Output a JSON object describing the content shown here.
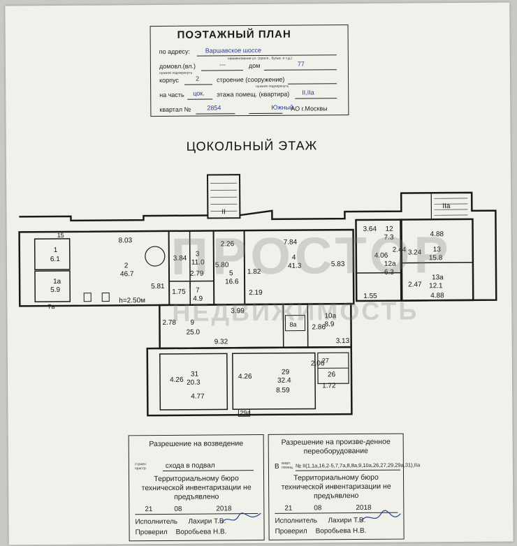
{
  "header": {
    "title": "ПОЭТАЖНЫЙ ПЛАН",
    "address_label": "по адресу:",
    "address_value": "Варшавское шоссе",
    "address_hint": "наименование ул. (просп., бульв. и т.д.)",
    "house_label": "домовл.(вл.)",
    "house_value": "---",
    "dom_label": "дом",
    "dom_value": "77",
    "hint_needed": "нужное подчеркнуть",
    "korpus_label": "корпус",
    "korpus_value": "2",
    "stroenie_label": "строение (сооружение)",
    "part_label": "на часть",
    "part_value": "цок.",
    "floor_label": "этажа помещ. (квартира)",
    "floor_value": "II,IIа",
    "kvartal_label": "квартал №",
    "kvartal_value": "2854",
    "district_value": "Южный",
    "district_suffix": "АО г.Москвы"
  },
  "floor_title": "ЦОКОЛЬНЫЙ ЭТАЖ",
  "watermark": {
    "line1": "ПРОСТОР",
    "line2": "НЕДВИЖИМОСТЬ"
  },
  "plan_labels": {
    "r15": "15",
    "r1": "1",
    "r1_area": "6.1",
    "r1a": "1а",
    "r1a_area": "5.9",
    "r7a": "7а",
    "d803": "8.03",
    "r2": "2",
    "r2_area": "46.7",
    "d581": "5.81",
    "height": "h=2.50м",
    "d384": "3.84",
    "r3": "3",
    "r3_area": "11.0",
    "d279": "2.79",
    "d175": "1.75",
    "r7": "7",
    "r7_area": "4.9",
    "d226": "2.26",
    "d580": "5.80",
    "r5": "5",
    "r5_area": "16.6",
    "d182": "1.82",
    "d784": "7.84",
    "r4": "4",
    "r4_area": "41.3",
    "d583": "5.83",
    "d219": "2.19",
    "d399": "3.99",
    "d364": "3.64",
    "r12": "12",
    "r12_area": "7.3",
    "d406": "4.06",
    "d244": "2.44",
    "r12a": "12а",
    "r12a_area": "6.3",
    "d155": "1.55",
    "r11a": "IIа",
    "d488a": "4.88",
    "d324": "3.24",
    "r13": "13",
    "r13_area": "15.8",
    "d247": "2.47",
    "r13a": "13а",
    "r13a_area": "12.1",
    "d488b": "4.88",
    "r2roman": "II",
    "d278": "2.78",
    "r9": "9",
    "r9_area": "25.0",
    "d932": "9.32",
    "r8a": "8а",
    "d286": "2.86",
    "r10a": "10а",
    "r10a_area": "8.9",
    "d313": "3.13",
    "d426a": "4.26",
    "r31": "31",
    "r31_area": "20.3",
    "d477": "4.77",
    "d426b": "4.26",
    "r29": "29",
    "r29_area": "32.4",
    "d859": "8.59",
    "d206": "2.06",
    "r27": "27",
    "r26": "26",
    "d172": "1.72",
    "r29a": "29а"
  },
  "permit_left": {
    "title": "Разрешение на возведение",
    "line_label": "строен. пристр.",
    "line_value": "схода в подвал",
    "body": "Территориальному бюро технической инвентаризации не предъявлено",
    "date_day": "21",
    "date_month": "08",
    "date_year": "2018",
    "executor_label": "Исполнитель",
    "executor_name": "Лахири Т.В.",
    "checker_label": "Проверил",
    "checker_name": "Воробьева Н.В."
  },
  "permit_right": {
    "title": "Разрешение на произве-денное переоборудование",
    "line_prefix": "В",
    "line_label": "кварт. помещ.",
    "line_value": "№ II(1,1а,16,2-5,7,7а,8,8а,9,10а,26,27,29,29а,31),IIа",
    "body": "Территориальному бюро технической инвентаризации не предъявлено",
    "date_day": "21",
    "date_month": "08",
    "date_year": "2018",
    "executor_label": "Исполнитель",
    "executor_name": "Лахири Т.В.",
    "checker_label": "Проверил",
    "checker_name": "Воробьева Н.В."
  }
}
